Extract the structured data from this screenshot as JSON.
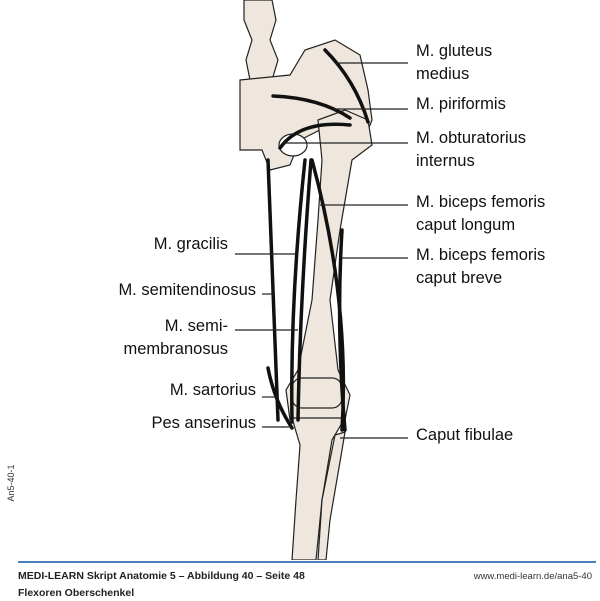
{
  "figure_code": "An5-40-1",
  "labels_right": [
    {
      "id": "gluteus-medius",
      "lines": [
        "M. gluteus",
        "medius"
      ]
    },
    {
      "id": "piriformis",
      "lines": [
        "M. piriformis"
      ]
    },
    {
      "id": "obturatorius-internus",
      "lines": [
        "M. obturatorius",
        "internus"
      ]
    },
    {
      "id": "biceps-longum",
      "lines": [
        "M. biceps femoris",
        "caput longum"
      ]
    },
    {
      "id": "biceps-breve",
      "lines": [
        "M. biceps femoris",
        "caput breve"
      ]
    },
    {
      "id": "caput-fibulae",
      "lines": [
        "Caput fibulae"
      ]
    }
  ],
  "labels_left": [
    {
      "id": "gracilis",
      "lines": [
        "M. gracilis"
      ]
    },
    {
      "id": "semitendinosus",
      "lines": [
        "M. semitendinosus"
      ]
    },
    {
      "id": "semimembranosus",
      "lines": [
        "M. semi-",
        "membranosus"
      ]
    },
    {
      "id": "sartorius",
      "lines": [
        "M. sartorius"
      ]
    },
    {
      "id": "pes-anserinus",
      "lines": [
        "Pes anserinus"
      ]
    }
  ],
  "footer": {
    "title": "MEDI-LEARN Skript Anatomie 5 – Abbildung 40 – Seite 48",
    "subtitle": "Flexoren Oberschenkel",
    "url": "www.medi-learn.de/ana5-40"
  },
  "colors": {
    "bone": "#efe7dd",
    "muscle": "#111111",
    "rule": "#4a7fc0"
  }
}
